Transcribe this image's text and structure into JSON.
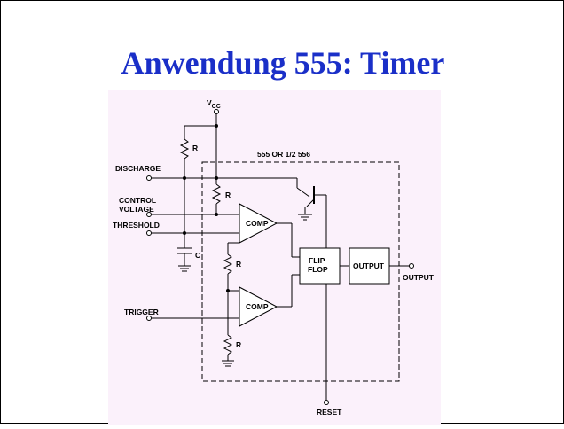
{
  "slide": {
    "title": "Anwendung 555: Timer"
  },
  "diagram": {
    "vcc_main": "V",
    "vcc_sub": "CC",
    "chip_label": "555 OR 1/2 556",
    "pins": {
      "discharge": "DISCHARGE",
      "control_voltage_1": "CONTROL",
      "control_voltage_2": "VOLTAGE",
      "threshold": "THRESHOLD",
      "trigger": "TRIGGER",
      "output": "OUTPUT",
      "reset": "RESET"
    },
    "components": {
      "r_external": "R",
      "r_divider_top": "R",
      "r_divider_mid": "R",
      "r_divider_bottom": "R",
      "capacitor": "C"
    },
    "blocks": {
      "comp_upper": "COMP",
      "comp_lower": "COMP",
      "flipflop_1": "FLIP",
      "flipflop_2": "FLOP",
      "output_stage": "OUTPUT"
    }
  },
  "colors": {
    "title": "#1a2fc8",
    "diagram_bg": "#fbf1fb",
    "line": "#000000"
  }
}
